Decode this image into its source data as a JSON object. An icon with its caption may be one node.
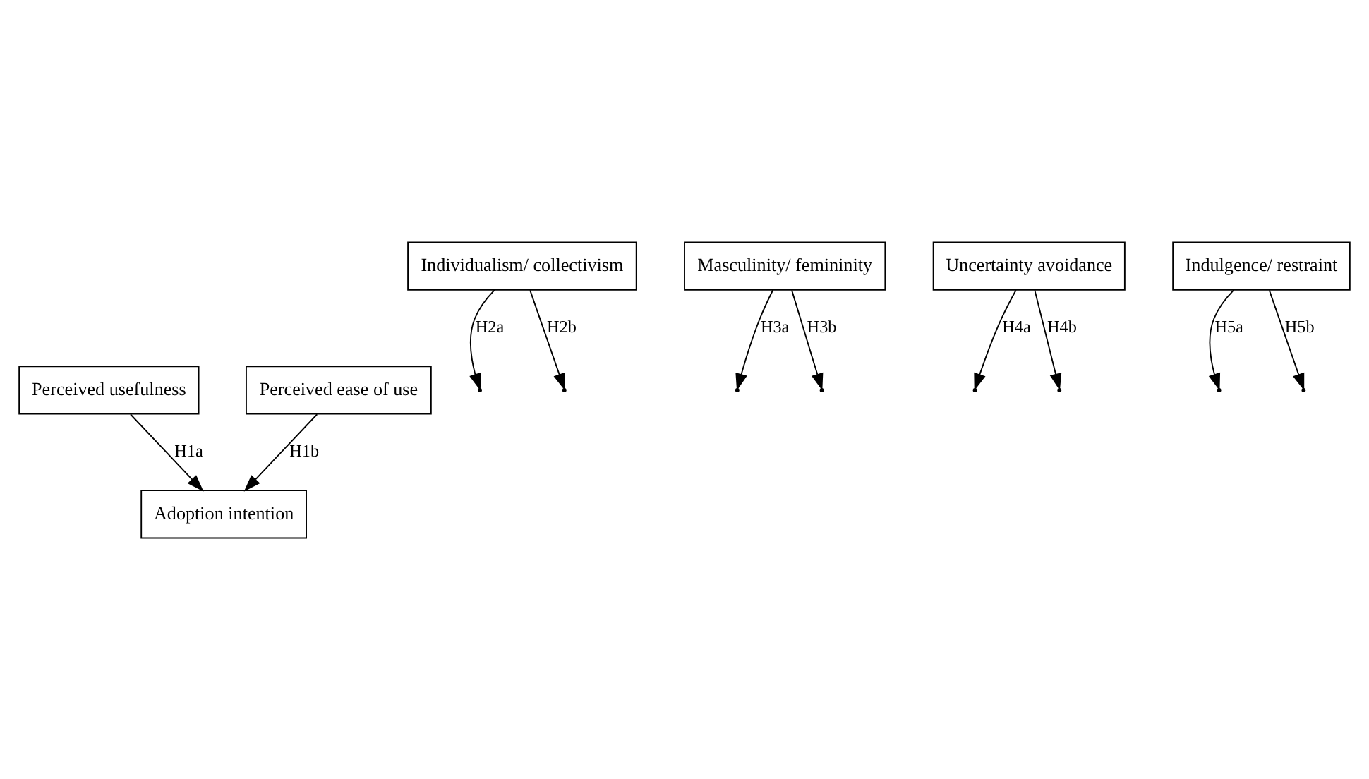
{
  "diagram": {
    "nodes": [
      {
        "text": [
          "Perceived usefulness"
        ]
      },
      {
        "text": [
          "Perceived ease of use"
        ]
      },
      {
        "text": [
          "Individualism/ collectivism"
        ]
      },
      {
        "text": [
          "Masculinity/ femininity"
        ]
      },
      {
        "text": [
          "Uncertainty avoidance"
        ]
      },
      {
        "text": [
          "Indulgence/ restraint"
        ]
      },
      {
        "text": [
          "Adoption intention"
        ]
      }
    ],
    "edges": [
      {
        "from": 0,
        "to": 6,
        "arrow": "to",
        "label": "H1a"
      },
      {
        "from": 1,
        "to": 6,
        "arrow": "to",
        "label": "H1b"
      },
      {
        "from": 2,
        "to": null,
        "arrow": "to",
        "label": "H2a"
      },
      {
        "from": 2,
        "to": null,
        "arrow": "to",
        "label": "H2b"
      },
      {
        "from": 3,
        "to": null,
        "arrow": "to",
        "label": "H3a"
      },
      {
        "from": 3,
        "to": null,
        "arrow": "to",
        "label": "H3b"
      },
      {
        "from": 4,
        "to": null,
        "arrow": "to",
        "label": "H4a"
      },
      {
        "from": 4,
        "to": null,
        "arrow": "to",
        "label": "H4b"
      },
      {
        "from": 5,
        "to": null,
        "arrow": "to",
        "label": "H5a"
      },
      {
        "from": 5,
        "to": null,
        "arrow": "to",
        "label": "H5b"
      }
    ]
  }
}
